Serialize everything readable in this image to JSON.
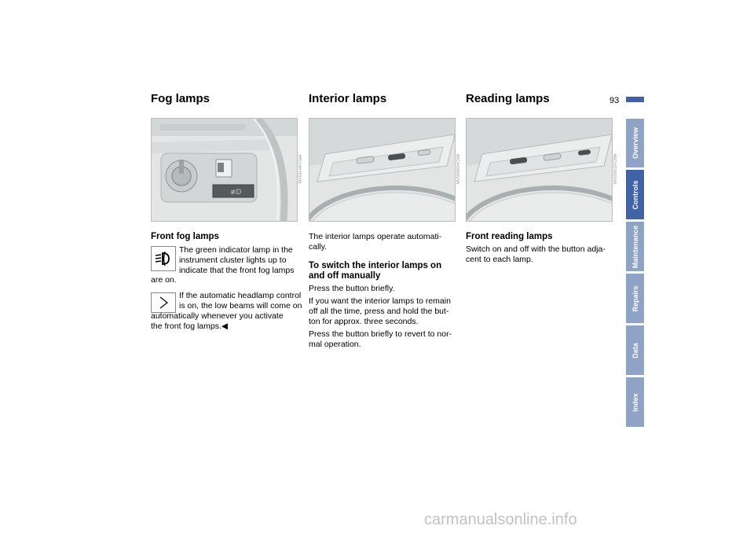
{
  "page_number": "93",
  "columns": {
    "fog": {
      "title": "Fog lamps",
      "photo_code": "MV01H4FCMA",
      "subhead": "Front fog lamps",
      "p1": [
        "The green indicator lamp in the",
        "instrument cluster lights up to",
        "indicate that the front fog lamps",
        "are on."
      ],
      "p2": [
        "If the automatic headlamp control",
        "is on, the low beams will come on",
        "automatically whenever you activate",
        "the front fog lamps.◀"
      ]
    },
    "interior": {
      "title": "Interior lamps",
      "photo_code": "MV050094CMA",
      "intro": [
        "The interior lamps operate automati-",
        "cally."
      ],
      "subhead": [
        "To switch the interior lamps on",
        "and off manually"
      ],
      "p1": [
        "Press the button briefly."
      ],
      "p2": [
        "If you want the interior lamps to remain",
        "off all the time, press and hold the but-",
        "ton for approx. three seconds."
      ],
      "p3": [
        "Press the button briefly to revert to nor-",
        "mal operation."
      ]
    },
    "reading": {
      "title": "Reading lamps",
      "photo_code": "MV05021FCMA",
      "subhead": "Front reading lamps",
      "p1": [
        "Switch on and off with the button adja-",
        "cent to each lamp."
      ]
    }
  },
  "side_tabs": [
    "Overview",
    "Controls",
    "Maintenance",
    "Repairs",
    "Data",
    "Index"
  ],
  "active_tab": "Controls",
  "watermark": "carmanualsonline.info",
  "colors": {
    "tab_active": "#3f63a6",
    "tab_inactive": "#8ea3c6",
    "page_marker": "#3f63a6"
  },
  "icons": [
    "fog-lamp-icon",
    "note-triangle-icon"
  ]
}
